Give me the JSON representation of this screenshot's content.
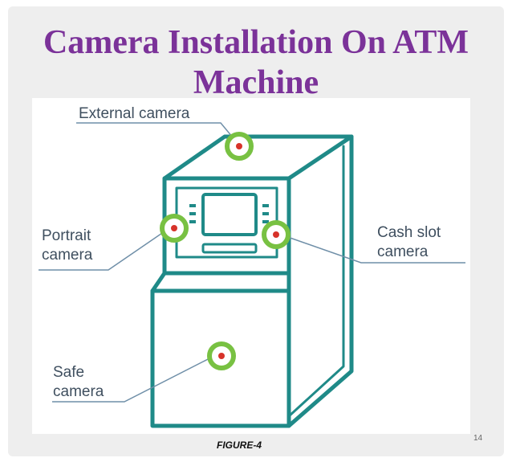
{
  "slide": {
    "title_line1": "Camera Installation On ATM",
    "title_line2": "Machine",
    "caption": "FIGURE-4",
    "page_number": "14"
  },
  "diagram": {
    "labels": {
      "external": "External camera",
      "portrait_line1": "Portrait",
      "portrait_line2": "camera",
      "cash_slot_line1": "Cash slot",
      "cash_slot_line2": "camera",
      "safe_line1": "Safe",
      "safe_line2": "camera"
    },
    "colors": {
      "machine_outline": "#1f8a88",
      "camera_ring": "#78c142",
      "camera_dot": "#d7332a",
      "leader_line": "#6f8fa8",
      "title": "#7b3299"
    }
  }
}
